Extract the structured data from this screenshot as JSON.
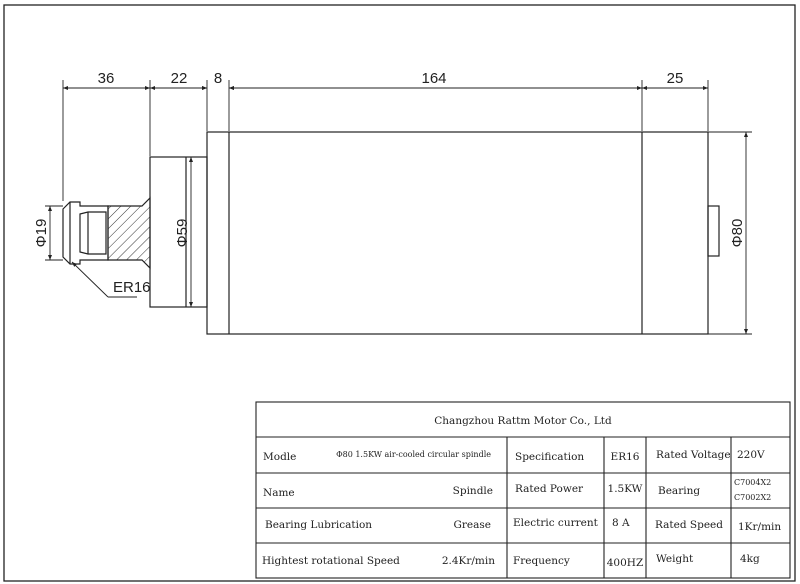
{
  "drawing": {
    "dimensions": {
      "d36": "36",
      "d22": "22",
      "d8": "8",
      "d164": "164",
      "d25": "25",
      "dia19": "Φ19",
      "dia59": "Φ59",
      "dia80": "Φ80",
      "er16": "ER16"
    }
  },
  "title_block": {
    "company": "Changzhou Rattm Motor Co., Ltd",
    "rows": [
      {
        "label": "Modle",
        "value": "Φ80 1.5KW air-cooled circular spindle",
        "spec_label": "Specification",
        "spec_value": "ER16",
        "attr_label": "Rated Voltage",
        "attr_value": "220V"
      },
      {
        "label": "Name",
        "value": "Spindle",
        "spec_label": "Rated Power",
        "spec_value": "1.5KW",
        "attr_label": "Bearing",
        "attr_value_line1": "C7004X2",
        "attr_value_line2": "C7002X2"
      },
      {
        "label": "Bearing Lubrication",
        "value": "Grease",
        "spec_label": "Electric current",
        "spec_value": "8 A",
        "attr_label": "Rated Speed",
        "attr_value": "1Kr/min"
      },
      {
        "label": "Hightest rotational Speed",
        "value": "2.4Kr/min",
        "spec_label": "Frequency",
        "spec_value": "400HZ",
        "attr_label": "Weight",
        "attr_value": "4kg"
      }
    ]
  }
}
